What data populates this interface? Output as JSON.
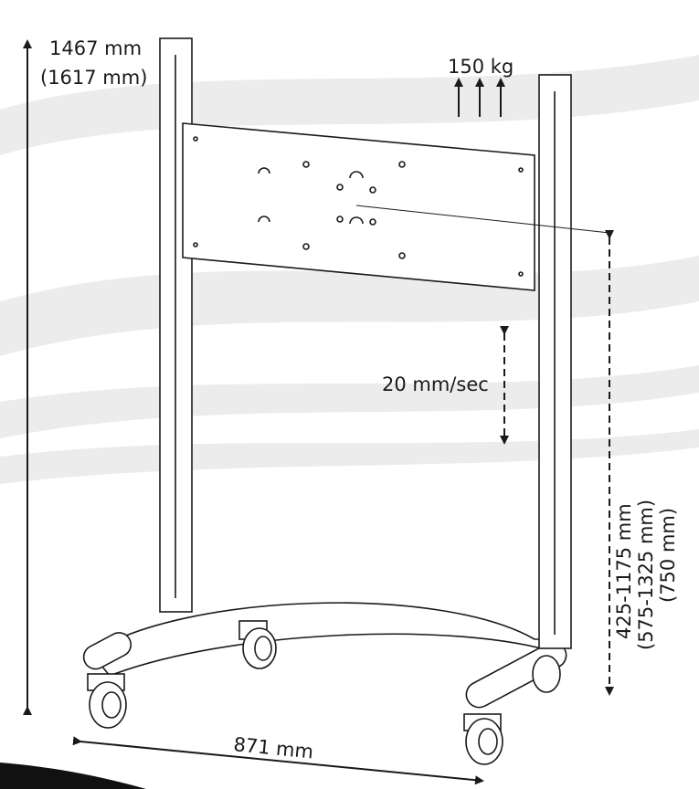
{
  "labels": {
    "height_main": "1467 mm",
    "height_alt": "(1617 mm)",
    "load": "150 kg",
    "speed": "20 mm/sec",
    "range_main": "425-1175 mm",
    "range_alt": "(575-1325 mm)",
    "range_extra": "(750 mm)",
    "width": "871 mm"
  },
  "colors": {
    "line": "#1a1a1a",
    "swoosh": "#ececec",
    "band": "#111111"
  }
}
